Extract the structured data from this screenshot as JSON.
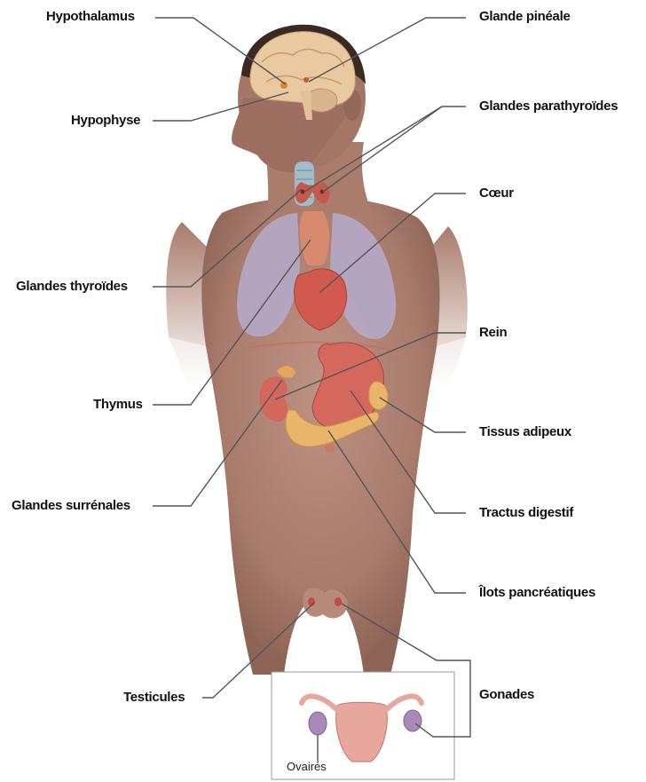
{
  "labels": {
    "hypothalamus": "Hypothalamus",
    "hypophyse": "Hypophyse",
    "glandes_thyroides": "Glandes thyroïdes",
    "thymus": "Thymus",
    "glandes_surrenales": "Glandes surrénales",
    "testicules": "Testicules",
    "glande_pineale": "Glande pinéale",
    "glandes_parathyroides": "Glandes parathyroïdes",
    "coeur": "Cœur",
    "rein": "Rein",
    "tissus_adipeux": "Tissus adipeux",
    "tractus_digestif": "Tractus digestif",
    "ilots_pancreatiques": "Îlots pancréatiques",
    "gonades": "Gonades",
    "ovaires": "Ovaires"
  },
  "colors": {
    "skin": "#b08474",
    "skin_shadow": "#8d6456",
    "lung": "#b5a9c6",
    "organ_red": "#d66a5f",
    "thyroid": "#d88a6f",
    "fat": "#e8b56a",
    "brain": "#e8c9a0",
    "leader_line": "#555555"
  }
}
